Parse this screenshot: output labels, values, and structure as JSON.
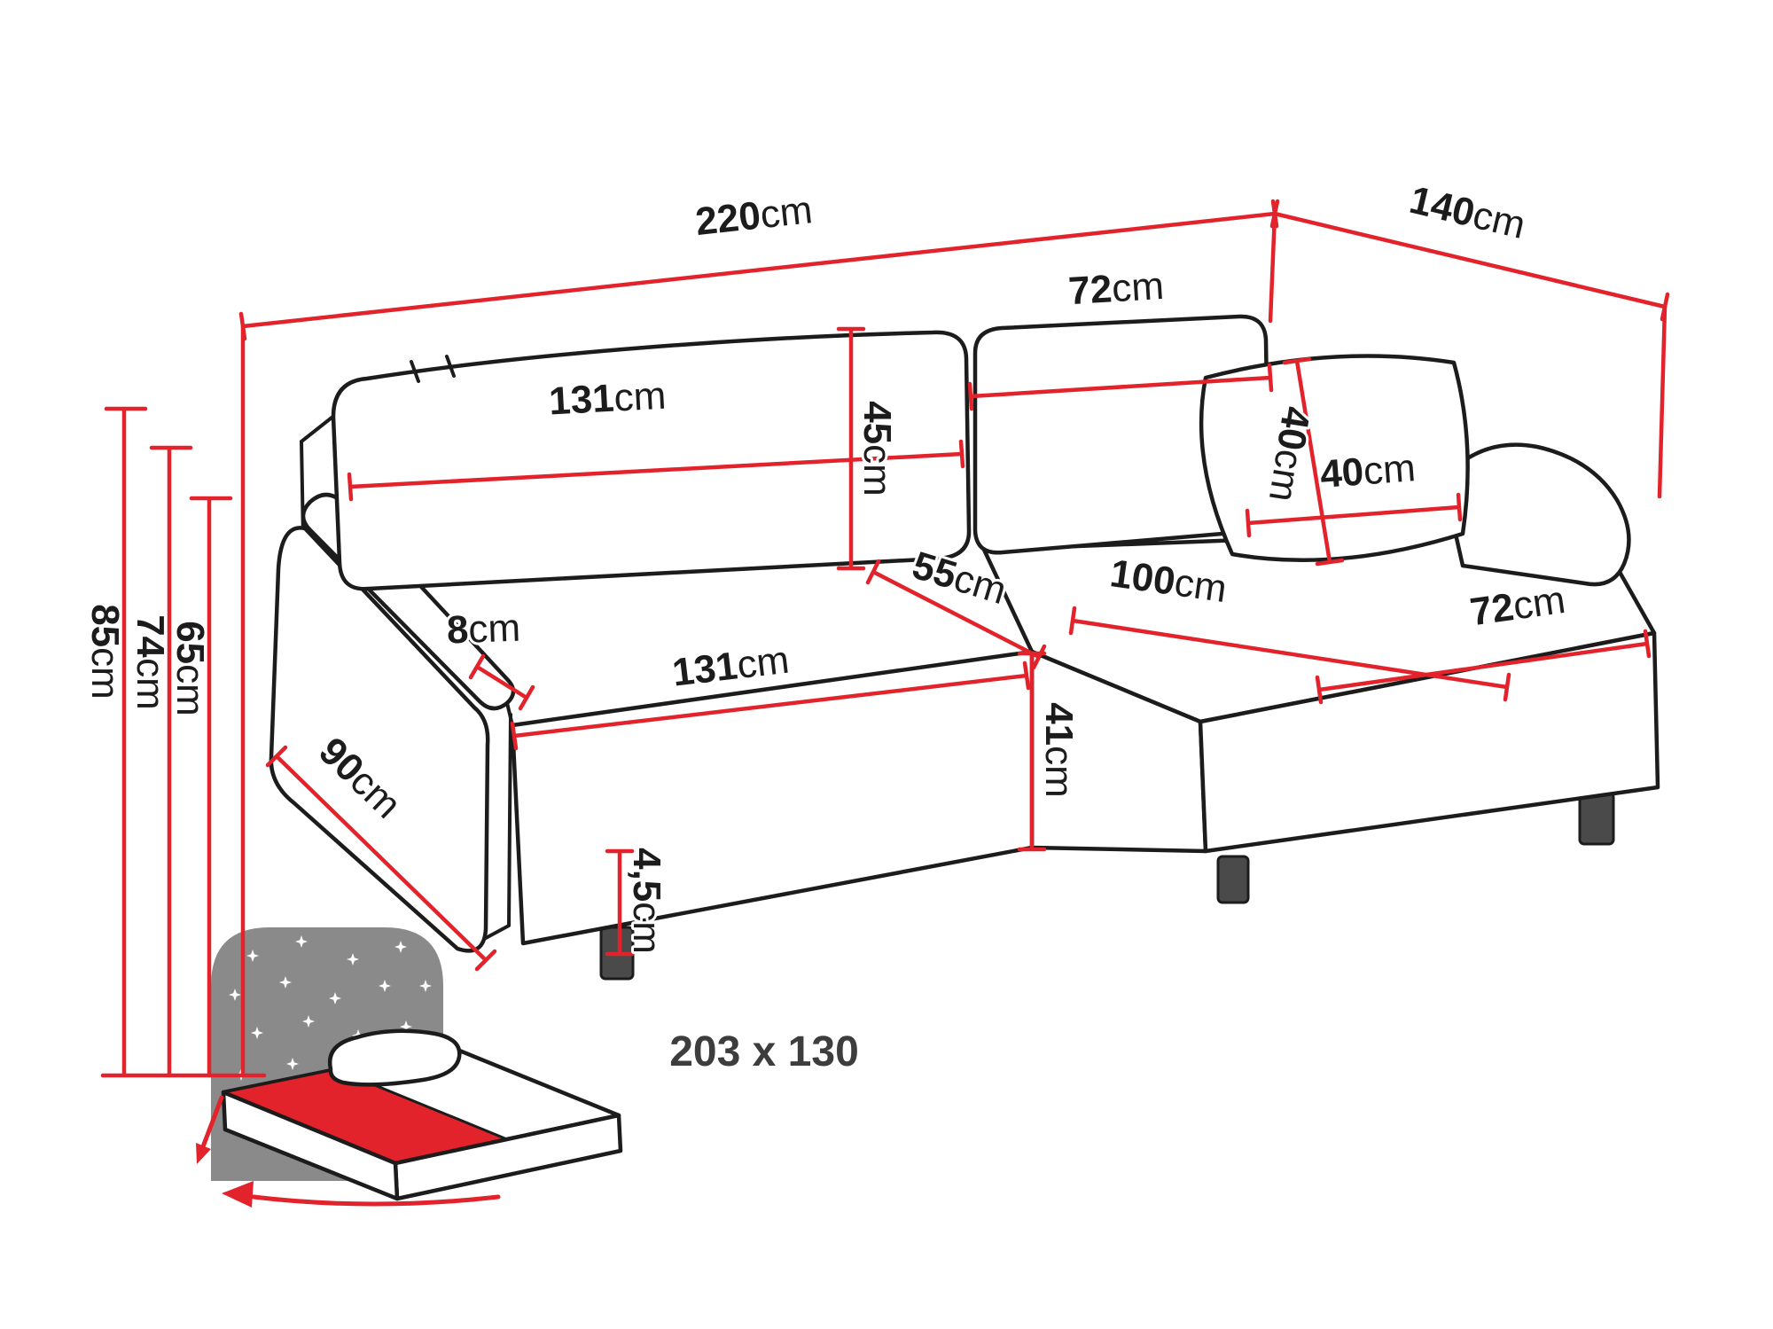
{
  "diagram": {
    "title": "corner-sofa-dimension-diagram",
    "unit": "cm",
    "dimensions": {
      "total_width": "220",
      "total_depth": "140",
      "back_cushion_right_width": "72",
      "back_cushion_left_width": "131",
      "backrest_height": "45",
      "pillow_height": "40",
      "pillow_width": "40",
      "overall_height": "85",
      "armrest_height": "74",
      "seat_back_height": "65",
      "armrest_width": "8",
      "seat_depth": "55",
      "corner_seat_length": "100",
      "chaise_width": "72",
      "seat_width": "131",
      "armrest_depth": "90",
      "seat_height": "41",
      "leg_height": "4,5"
    },
    "icon": {
      "meaning": "sleeping-function-bed-size",
      "bed_size": "203 x 130"
    },
    "colors": {
      "dimension_red": "#e3232b",
      "outline_black": "#1c1c1c",
      "icon_gray": "#8a8a8a"
    }
  }
}
